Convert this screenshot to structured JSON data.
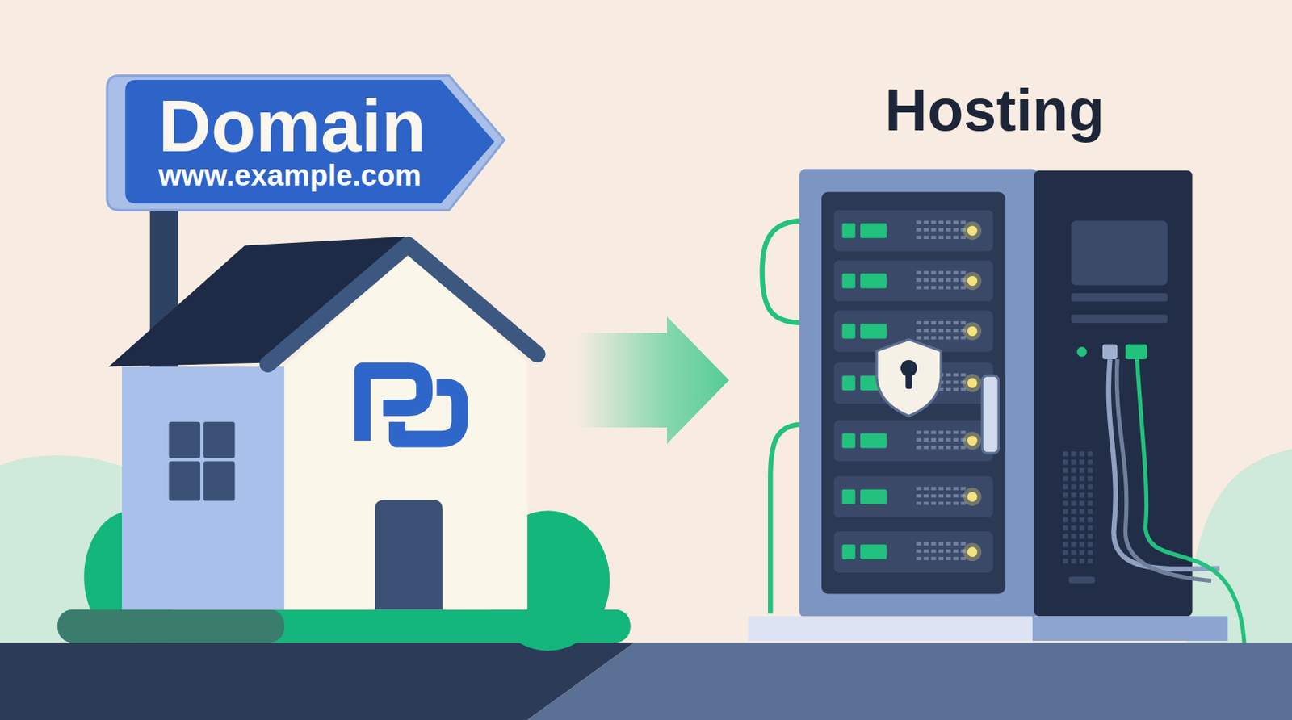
{
  "diagram": {
    "nodes": [
      {
        "text": [
          "Domain",
          "www.example.com"
        ]
      },
      {
        "text": [
          "Hosting"
        ]
      }
    ],
    "edges": [
      {
        "from": 0,
        "to": 1,
        "arrow": "to"
      }
    ]
  }
}
